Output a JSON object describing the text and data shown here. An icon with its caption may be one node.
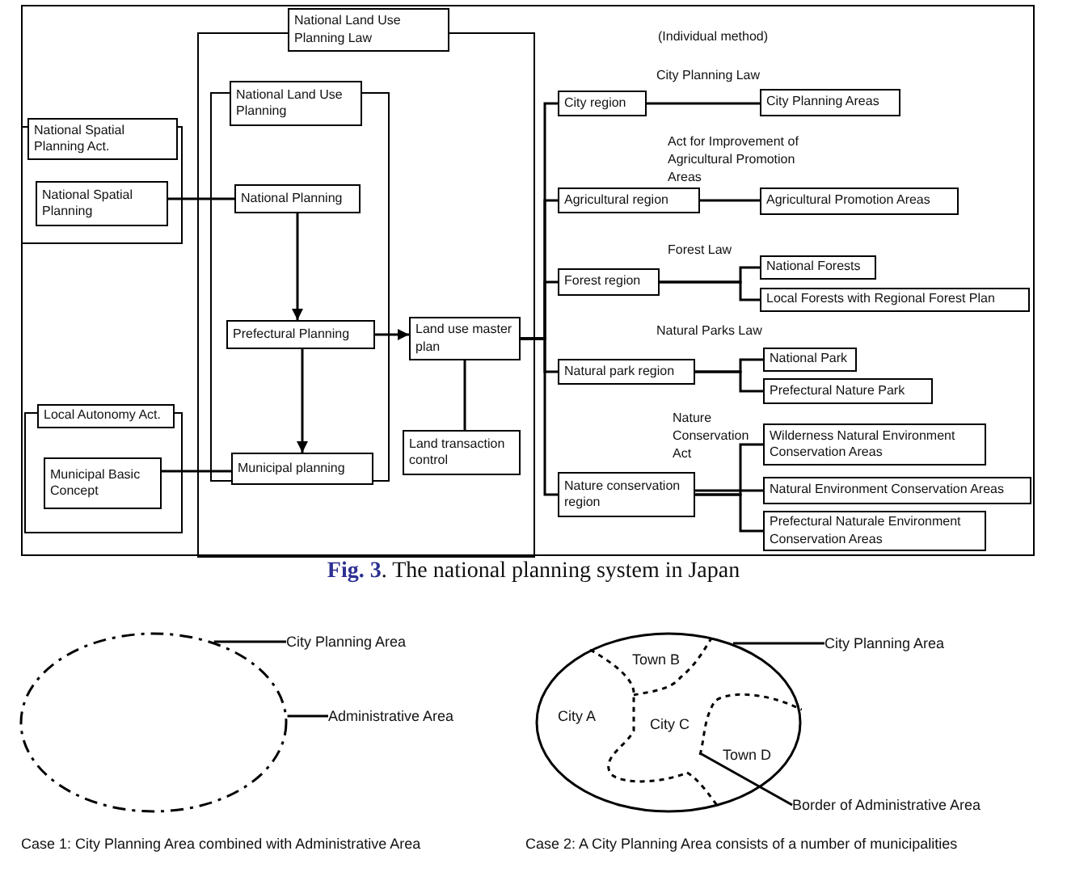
{
  "diagram": {
    "caption": "**Fig. 3**. The national planning system in Japan",
    "nodes": [
      {
        "text": [],
        "shape": "box"
      },
      {
        "text": [
          "National Land Use Planning Law"
        ]
      },
      {
        "text": [],
        "shape": "box",
        "in": 0
      },
      {
        "text": [
          "National Land Use Planning"
        ],
        "in": 0
      },
      {
        "text": [
          "National Planning"
        ],
        "in": 2
      },
      {
        "text": [
          "Prefectural Planning"
        ],
        "in": 2
      },
      {
        "text": [
          "Municipal planning"
        ],
        "in": 2
      },
      {
        "text": [
          "Land use master plan"
        ],
        "in": 0
      },
      {
        "text": [
          "Land transaction control"
        ],
        "in": 0
      },
      {
        "text": [],
        "shape": "box"
      },
      {
        "text": [
          "National Spatial Planning Act."
        ],
        "in": 9
      },
      {
        "text": [
          "National Spatial Planning"
        ],
        "in": 9
      },
      {
        "text": [],
        "shape": "box"
      },
      {
        "text": [
          "Local Autonomy Act."
        ],
        "in": 12
      },
      {
        "text": [
          "Municipal Basic Concept"
        ],
        "in": 12
      },
      {
        "text": [
          "City region"
        ]
      },
      {
        "text": [
          "City Planning Areas"
        ]
      },
      {
        "text": [
          "Agricultural region"
        ]
      },
      {
        "text": [
          "Agricultural Promotion Areas"
        ]
      },
      {
        "text": [
          "Forest region"
        ]
      },
      {
        "text": [
          "National Forests"
        ]
      },
      {
        "text": [
          "Local Forests with Regional Forest Plan"
        ]
      },
      {
        "text": [
          "Natural park region"
        ]
      },
      {
        "text": [
          "National Park"
        ]
      },
      {
        "text": [
          "Prefectural Nature Park"
        ]
      },
      {
        "text": [
          "Nature conservation region"
        ]
      },
      {
        "text": [
          "Wilderness Natural Environment Conservation Areas"
        ]
      },
      {
        "text": [
          "Natural Environment Conservation Areas"
        ]
      },
      {
        "text": [
          "Prefectural Naturale Environment Conservation Areas"
        ]
      },
      {
        "text": [],
        "shape": "circle"
      },
      {
        "text": [
          "City Planning Area"
        ]
      },
      {
        "text": [
          "Administrative Area"
        ]
      },
      {
        "text": [],
        "shape": "circle"
      },
      {
        "text": [
          "City Planning Area"
        ]
      },
      {
        "text": [
          "Border of Administrative Area"
        ]
      }
    ],
    "edges": [
      {
        "from": 11,
        "to": 4,
        "arrow": "none"
      },
      {
        "from": 4,
        "to": 5,
        "arrow": "to"
      },
      {
        "from": 5,
        "to": 6,
        "arrow": "to"
      },
      {
        "from": 5,
        "to": 7,
        "arrow": "to"
      },
      {
        "from": 14,
        "to": 6,
        "arrow": "none"
      },
      {
        "from": 7,
        "to": 8,
        "arrow": "none"
      },
      {
        "from": 7,
        "to": 15,
        "arrow": "none"
      },
      {
        "from": 7,
        "to": 17,
        "arrow": "none"
      },
      {
        "from": 7,
        "to": 19,
        "arrow": "none"
      },
      {
        "from": 7,
        "to": 22,
        "arrow": "none"
      },
      {
        "from": 7,
        "to": 25,
        "arrow": "none"
      },
      {
        "from": 15,
        "to": 16,
        "arrow": "none"
      },
      {
        "from": 17,
        "to": 18,
        "arrow": "none"
      },
      {
        "from": 19,
        "to": 20,
        "arrow": "none"
      },
      {
        "from": 19,
        "to": 21,
        "arrow": "none"
      },
      {
        "from": 22,
        "to": 23,
        "arrow": "none"
      },
      {
        "from": 22,
        "to": 24,
        "arrow": "none"
      },
      {
        "from": 25,
        "to": 26,
        "arrow": "none"
      },
      {
        "from": 25,
        "to": 27,
        "arrow": "none"
      },
      {
        "from": 25,
        "to": 28,
        "arrow": "none"
      },
      {
        "from": 30,
        "to": 29,
        "arrow": "none"
      },
      {
        "from": 31,
        "to": 29,
        "arrow": "none"
      },
      {
        "from": 33,
        "to": 32,
        "arrow": "none"
      },
      {
        "from": 34,
        "to": 32,
        "arrow": "none"
      }
    ],
    "labels": [
      "(Individual method)",
      "City Planning Law",
      "Act for Improvement of Agricultural Promotion Areas",
      "Forest Law",
      "Natural Parks Law",
      "Nature Conservation Act",
      "Town B",
      "City A",
      "City C",
      "Town D",
      "Case 1: City Planning Area combined with Administrative Area",
      "Case 2: A City Planning Area consists of a number of municipalities"
    ]
  }
}
